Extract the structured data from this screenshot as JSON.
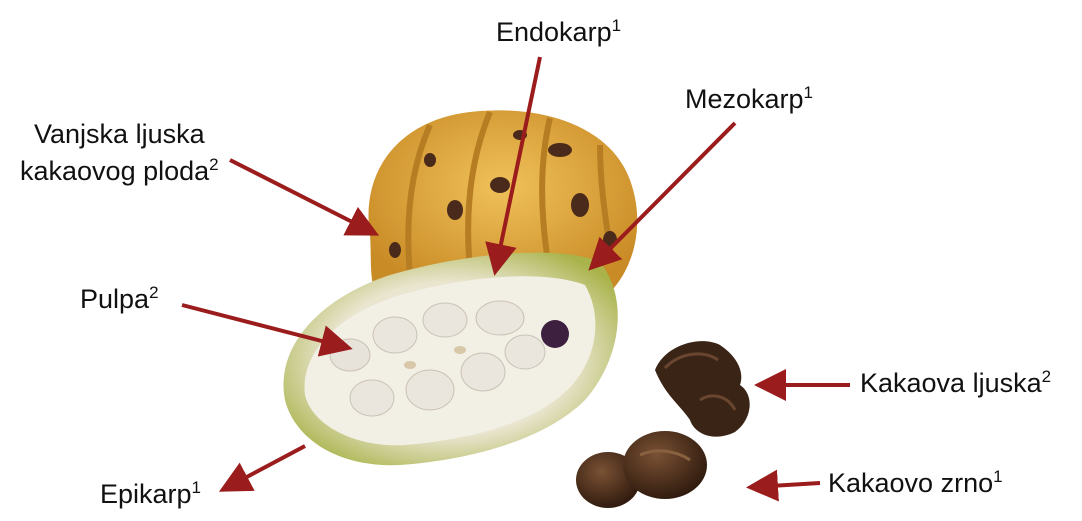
{
  "labels": {
    "endokarp": {
      "text": "Endokarp",
      "sup": "1"
    },
    "mezokarp": {
      "text": "Mezokarp",
      "sup": "1"
    },
    "vanjska_line1": "Vanjska ljuska",
    "vanjska_line2": {
      "text": "kakaovog ploda",
      "sup": "2"
    },
    "pulpa": {
      "text": "Pulpa",
      "sup": "2"
    },
    "kakaova_ljuska": {
      "text": "Kakaova ljuska",
      "sup": "2"
    },
    "epikarp": {
      "text": "Epikarp",
      "sup": "1"
    },
    "kakaovo_zrno": {
      "text": "Kakaovo zrno",
      "sup": "1"
    }
  },
  "colors": {
    "arrow": "#9b1c1c",
    "pod_shell": "#e0a83a",
    "pod_spots": "#4a2a1a",
    "pod_rind": "#b9c25a",
    "pulp": "#f3efe6",
    "bean": "#ebe6dd",
    "purple_bean": "#3d1f40",
    "nib_shell": "#3a2416"
  },
  "icons": [
    "cocoa-pod-image",
    "cocoa-shell-image",
    "cocoa-bean-image"
  ]
}
